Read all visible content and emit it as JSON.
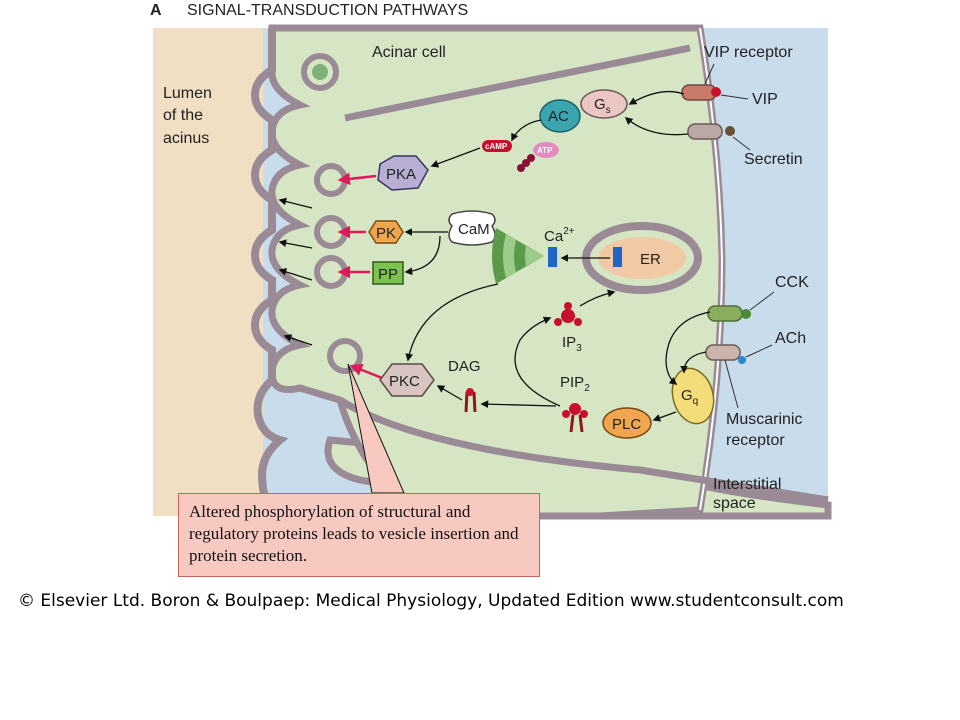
{
  "panel": {
    "letter": "A",
    "title": "SIGNAL-TRANSDUCTION PATHWAYS"
  },
  "regions": {
    "lumen": [
      "Lumen",
      "of the",
      "acinus"
    ],
    "acinar_cell": "Acinar cell",
    "interstitial": [
      "Interstitial",
      "space"
    ]
  },
  "receptors": {
    "vip_receptor": "VIP receptor",
    "vip": "VIP",
    "secretin": "Secretin",
    "cck": "CCK",
    "ach": "ACh",
    "muscarinic": [
      "Muscarinic",
      "receptor"
    ]
  },
  "molecules": {
    "gs_main": "G",
    "gs_sub": "s",
    "ac": "AC",
    "camp": "cAMP",
    "atp": "ATP",
    "pka": "PKA",
    "pk": "PK",
    "cam": "CaM",
    "pp": "PP",
    "ca_main": "Ca",
    "ca_sup": "2+",
    "er": "ER",
    "ip_main": "IP",
    "ip_sub": "3",
    "pip_main": "PIP",
    "pip_sub": "2",
    "dag": "DAG",
    "pkc": "PKC",
    "plc": "PLC",
    "gq_main": "G",
    "gq_sub": "q"
  },
  "callout": "Altered phosphorylation of structural and regulatory proteins leads to vesicle insertion and protein secretion.",
  "copyright": "© Elsevier Ltd. Boron & Boulpaep: Medical Physiology, Updated Edition    www.studentconsult.com",
  "colors": {
    "cytoplasm": "#d6e6c4",
    "membrane": "#9a8a96",
    "lumen": "#f1dfc4",
    "interstitial": "#c8dcec",
    "arrow_red": "#e0195a",
    "callout_bg": "#f7c9c0"
  }
}
